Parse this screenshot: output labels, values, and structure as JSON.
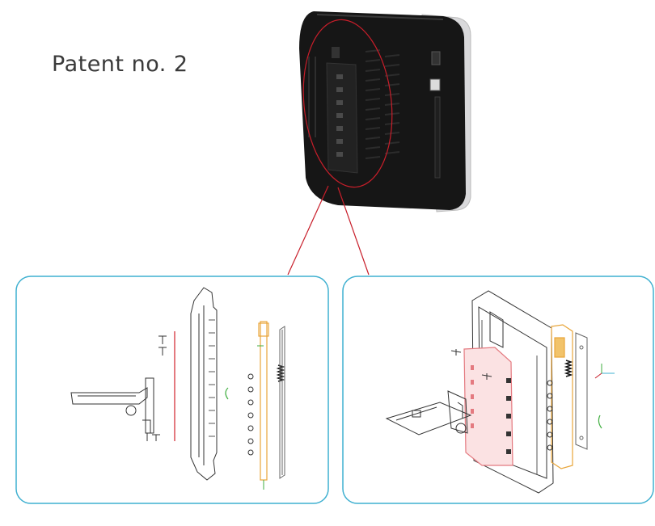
{
  "title": "Patent no. 2",
  "colors": {
    "panel_border": "#3fb0d0",
    "callout_line": "#c81e2a",
    "device_body": "#161616",
    "part_orange": "#e8a53a",
    "part_pink": "#e47a80",
    "part_green": "#3fae3f",
    "line_art": "#333333"
  },
  "icons": [
    "device-back-photo",
    "exploded-side-view",
    "exploded-isometric-view",
    "axis-gizmo-icon"
  ]
}
